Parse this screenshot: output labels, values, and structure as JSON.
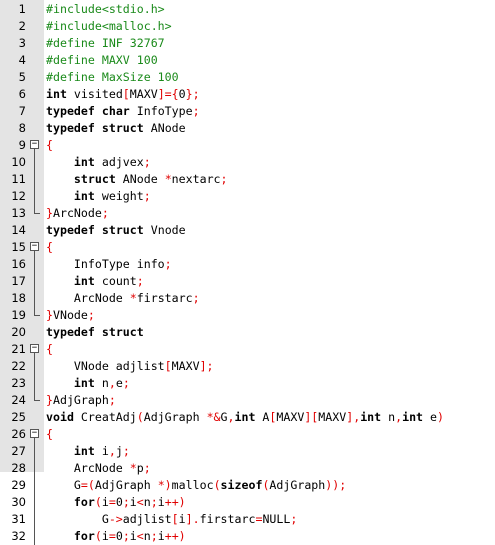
{
  "editor": {
    "colors": {
      "preprocessor": "#1a8a1a",
      "operator": "#e00000",
      "keyword": "#000000",
      "text": "#000000",
      "gutter": "#e4e4e4"
    },
    "lines": [
      {
        "num": "1",
        "tokens": [
          {
            "t": "#include<stdio.h>",
            "c": "pp"
          }
        ]
      },
      {
        "num": "2",
        "tokens": [
          {
            "t": "#include<malloc.h>",
            "c": "pp"
          }
        ]
      },
      {
        "num": "3",
        "tokens": [
          {
            "t": "#define INF 32767",
            "c": "pp"
          }
        ]
      },
      {
        "num": "4",
        "tokens": [
          {
            "t": "#define MAXV 100",
            "c": "pp"
          }
        ]
      },
      {
        "num": "5",
        "tokens": [
          {
            "t": "#define MaxSize 100",
            "c": "pp"
          }
        ]
      },
      {
        "num": "6",
        "tokens": [
          {
            "t": "int",
            "c": "kw"
          },
          {
            "t": " visited",
            "c": "pl"
          },
          {
            "t": "[",
            "c": "op"
          },
          {
            "t": "MAXV",
            "c": "pl"
          },
          {
            "t": "]={",
            "c": "op"
          },
          {
            "t": "0",
            "c": "pl"
          },
          {
            "t": "};",
            "c": "op"
          }
        ]
      },
      {
        "num": "7",
        "tokens": [
          {
            "t": "typedef",
            "c": "kw"
          },
          {
            "t": " ",
            "c": "pl"
          },
          {
            "t": "char",
            "c": "kw"
          },
          {
            "t": " InfoType",
            "c": "pl"
          },
          {
            "t": ";",
            "c": "op"
          }
        ]
      },
      {
        "num": "8",
        "tokens": [
          {
            "t": "typedef",
            "c": "kw"
          },
          {
            "t": " ",
            "c": "pl"
          },
          {
            "t": "struct",
            "c": "kw"
          },
          {
            "t": " ANode",
            "c": "pl"
          }
        ]
      },
      {
        "num": "9",
        "fold": "open",
        "tokens": [
          {
            "t": "{",
            "c": "op"
          }
        ]
      },
      {
        "num": "10",
        "fold": "line",
        "tokens": [
          {
            "t": "    ",
            "c": "pl"
          },
          {
            "t": "int",
            "c": "kw"
          },
          {
            "t": " adjvex",
            "c": "pl"
          },
          {
            "t": ";",
            "c": "op"
          }
        ]
      },
      {
        "num": "11",
        "fold": "line",
        "tokens": [
          {
            "t": "    ",
            "c": "pl"
          },
          {
            "t": "struct",
            "c": "kw"
          },
          {
            "t": " ANode ",
            "c": "pl"
          },
          {
            "t": "*",
            "c": "op"
          },
          {
            "t": "nextarc",
            "c": "pl"
          },
          {
            "t": ";",
            "c": "op"
          }
        ]
      },
      {
        "num": "12",
        "fold": "line",
        "tokens": [
          {
            "t": "    ",
            "c": "pl"
          },
          {
            "t": "int",
            "c": "kw"
          },
          {
            "t": " weight",
            "c": "pl"
          },
          {
            "t": ";",
            "c": "op"
          }
        ]
      },
      {
        "num": "13",
        "fold": "end",
        "tokens": [
          {
            "t": "}",
            "c": "op"
          },
          {
            "t": "ArcNode",
            "c": "pl"
          },
          {
            "t": ";",
            "c": "op"
          }
        ]
      },
      {
        "num": "14",
        "tokens": [
          {
            "t": "typedef",
            "c": "kw"
          },
          {
            "t": " ",
            "c": "pl"
          },
          {
            "t": "struct",
            "c": "kw"
          },
          {
            "t": " Vnode",
            "c": "pl"
          }
        ]
      },
      {
        "num": "15",
        "fold": "open",
        "tokens": [
          {
            "t": "{",
            "c": "op"
          }
        ]
      },
      {
        "num": "16",
        "fold": "line",
        "tokens": [
          {
            "t": "    InfoType info",
            "c": "pl"
          },
          {
            "t": ";",
            "c": "op"
          }
        ]
      },
      {
        "num": "17",
        "fold": "line",
        "tokens": [
          {
            "t": "    ",
            "c": "pl"
          },
          {
            "t": "int",
            "c": "kw"
          },
          {
            "t": " count",
            "c": "pl"
          },
          {
            "t": ";",
            "c": "op"
          }
        ]
      },
      {
        "num": "18",
        "fold": "line",
        "tokens": [
          {
            "t": "    ArcNode ",
            "c": "pl"
          },
          {
            "t": "*",
            "c": "op"
          },
          {
            "t": "firstarc",
            "c": "pl"
          },
          {
            "t": ";",
            "c": "op"
          }
        ]
      },
      {
        "num": "19",
        "fold": "end",
        "tokens": [
          {
            "t": "}",
            "c": "op"
          },
          {
            "t": "VNode",
            "c": "pl"
          },
          {
            "t": ";",
            "c": "op"
          }
        ]
      },
      {
        "num": "20",
        "tokens": [
          {
            "t": "typedef",
            "c": "kw"
          },
          {
            "t": " ",
            "c": "pl"
          },
          {
            "t": "struct",
            "c": "kw"
          }
        ]
      },
      {
        "num": "21",
        "fold": "open",
        "tokens": [
          {
            "t": "{",
            "c": "op"
          }
        ]
      },
      {
        "num": "22",
        "fold": "line",
        "tokens": [
          {
            "t": "    VNode adjlist",
            "c": "pl"
          },
          {
            "t": "[",
            "c": "op"
          },
          {
            "t": "MAXV",
            "c": "pl"
          },
          {
            "t": "];",
            "c": "op"
          }
        ]
      },
      {
        "num": "23",
        "fold": "line",
        "tokens": [
          {
            "t": "    ",
            "c": "pl"
          },
          {
            "t": "int",
            "c": "kw"
          },
          {
            "t": " n",
            "c": "pl"
          },
          {
            "t": ",",
            "c": "op"
          },
          {
            "t": "e",
            "c": "pl"
          },
          {
            "t": ";",
            "c": "op"
          }
        ]
      },
      {
        "num": "24",
        "fold": "end",
        "tokens": [
          {
            "t": "}",
            "c": "op"
          },
          {
            "t": "AdjGraph",
            "c": "pl"
          },
          {
            "t": ";",
            "c": "op"
          }
        ]
      },
      {
        "num": "25",
        "tokens": [
          {
            "t": "void",
            "c": "kw"
          },
          {
            "t": " CreatAdj",
            "c": "pl"
          },
          {
            "t": "(",
            "c": "op"
          },
          {
            "t": "AdjGraph ",
            "c": "pl"
          },
          {
            "t": "*&",
            "c": "op"
          },
          {
            "t": "G",
            "c": "pl"
          },
          {
            "t": ",",
            "c": "op"
          },
          {
            "t": "int",
            "c": "kw"
          },
          {
            "t": " A",
            "c": "pl"
          },
          {
            "t": "[",
            "c": "op"
          },
          {
            "t": "MAXV",
            "c": "pl"
          },
          {
            "t": "][",
            "c": "op"
          },
          {
            "t": "MAXV",
            "c": "pl"
          },
          {
            "t": "],",
            "c": "op"
          },
          {
            "t": "int",
            "c": "kw"
          },
          {
            "t": " n",
            "c": "pl"
          },
          {
            "t": ",",
            "c": "op"
          },
          {
            "t": "int",
            "c": "kw"
          },
          {
            "t": " e",
            "c": "pl"
          },
          {
            "t": ")",
            "c": "op"
          }
        ]
      },
      {
        "num": "26",
        "fold": "open",
        "tokens": [
          {
            "t": "{",
            "c": "op"
          }
        ]
      },
      {
        "num": "27",
        "fold": "line",
        "tokens": [
          {
            "t": "    ",
            "c": "pl"
          },
          {
            "t": "int",
            "c": "kw"
          },
          {
            "t": " i",
            "c": "pl"
          },
          {
            "t": ",",
            "c": "op"
          },
          {
            "t": "j",
            "c": "pl"
          },
          {
            "t": ";",
            "c": "op"
          }
        ]
      },
      {
        "num": "28",
        "fold": "line",
        "tokens": [
          {
            "t": "    ArcNode ",
            "c": "pl"
          },
          {
            "t": "*",
            "c": "op"
          },
          {
            "t": "p",
            "c": "pl"
          },
          {
            "t": ";",
            "c": "op"
          }
        ]
      },
      {
        "num": "29",
        "fold": "line",
        "tokens": [
          {
            "t": "    G",
            "c": "pl"
          },
          {
            "t": "=(",
            "c": "op"
          },
          {
            "t": "AdjGraph ",
            "c": "pl"
          },
          {
            "t": "*)",
            "c": "op"
          },
          {
            "t": "malloc",
            "c": "pl"
          },
          {
            "t": "(",
            "c": "op"
          },
          {
            "t": "sizeof",
            "c": "kw"
          },
          {
            "t": "(",
            "c": "op"
          },
          {
            "t": "AdjGraph",
            "c": "pl"
          },
          {
            "t": "));",
            "c": "op"
          }
        ]
      },
      {
        "num": "30",
        "fold": "line",
        "tokens": [
          {
            "t": "    ",
            "c": "pl"
          },
          {
            "t": "for",
            "c": "kw"
          },
          {
            "t": "(",
            "c": "op"
          },
          {
            "t": "i",
            "c": "pl"
          },
          {
            "t": "=",
            "c": "op"
          },
          {
            "t": "0",
            "c": "pl"
          },
          {
            "t": ";",
            "c": "op"
          },
          {
            "t": "i",
            "c": "pl"
          },
          {
            "t": "<",
            "c": "op"
          },
          {
            "t": "n",
            "c": "pl"
          },
          {
            "t": ";",
            "c": "op"
          },
          {
            "t": "i",
            "c": "pl"
          },
          {
            "t": "++)",
            "c": "op"
          }
        ]
      },
      {
        "num": "31",
        "fold": "line",
        "tokens": [
          {
            "t": "        G",
            "c": "pl"
          },
          {
            "t": "->",
            "c": "op"
          },
          {
            "t": "adjlist",
            "c": "pl"
          },
          {
            "t": "[",
            "c": "op"
          },
          {
            "t": "i",
            "c": "pl"
          },
          {
            "t": "].",
            "c": "op"
          },
          {
            "t": "firstarc",
            "c": "pl"
          },
          {
            "t": "=",
            "c": "op"
          },
          {
            "t": "NULL",
            "c": "pl"
          },
          {
            "t": ";",
            "c": "op"
          }
        ]
      },
      {
        "num": "32",
        "fold": "line",
        "tokens": [
          {
            "t": "    ",
            "c": "pl"
          },
          {
            "t": "for",
            "c": "kw"
          },
          {
            "t": "(",
            "c": "op"
          },
          {
            "t": "i",
            "c": "pl"
          },
          {
            "t": "=",
            "c": "op"
          },
          {
            "t": "0",
            "c": "pl"
          },
          {
            "t": ";",
            "c": "op"
          },
          {
            "t": "i",
            "c": "pl"
          },
          {
            "t": "<",
            "c": "op"
          },
          {
            "t": "n",
            "c": "pl"
          },
          {
            "t": ";",
            "c": "op"
          },
          {
            "t": "i",
            "c": "pl"
          },
          {
            "t": "++)",
            "c": "op"
          }
        ]
      }
    ]
  }
}
